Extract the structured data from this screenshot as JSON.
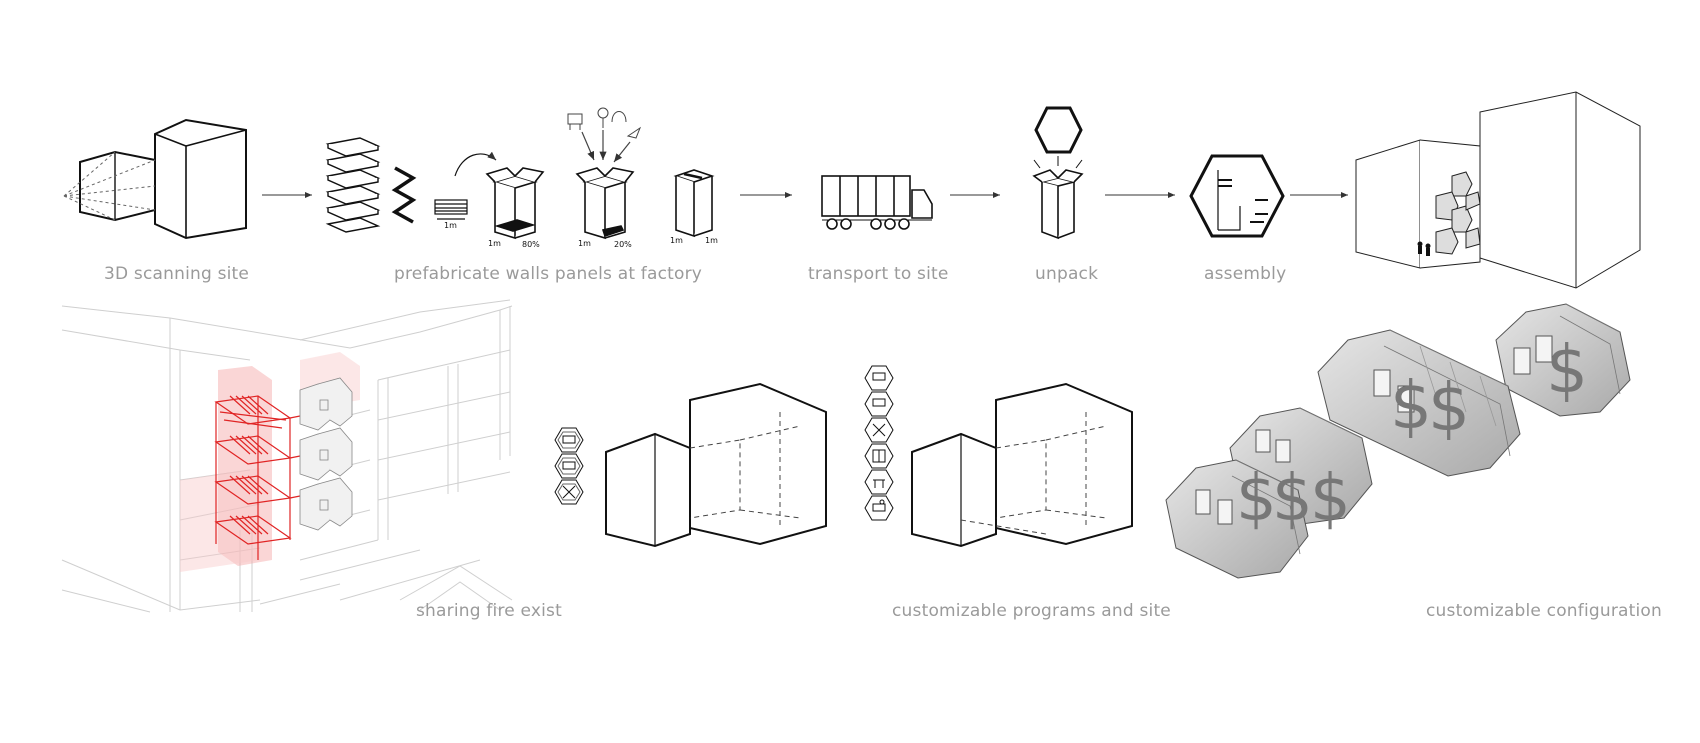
{
  "steps": {
    "scan": "3D scanning site",
    "prefab": "prefabricate walls panels at factory",
    "transport": "transport to site",
    "unpack": "unpack",
    "assembly": "assembly"
  },
  "captions": {
    "fire": "sharing fire exist",
    "programs": "customizable programs and site",
    "config": "customizable configuration"
  },
  "dims": {
    "one_m": "1m",
    "pct80": "80%",
    "pct20": "20%"
  },
  "symbols": {
    "dollar": "$"
  },
  "icons": [
    "bed-icon",
    "sofa-icon",
    "dining-icon",
    "kitchen-icon",
    "desk-icon",
    "workspace-icon",
    "hexagon-icon",
    "truck-icon",
    "crate-icon",
    "box-icon"
  ],
  "colors": {
    "label": "#9a9a9a",
    "stair_red": "#e02424",
    "module_grey": "#c8c8c8"
  }
}
